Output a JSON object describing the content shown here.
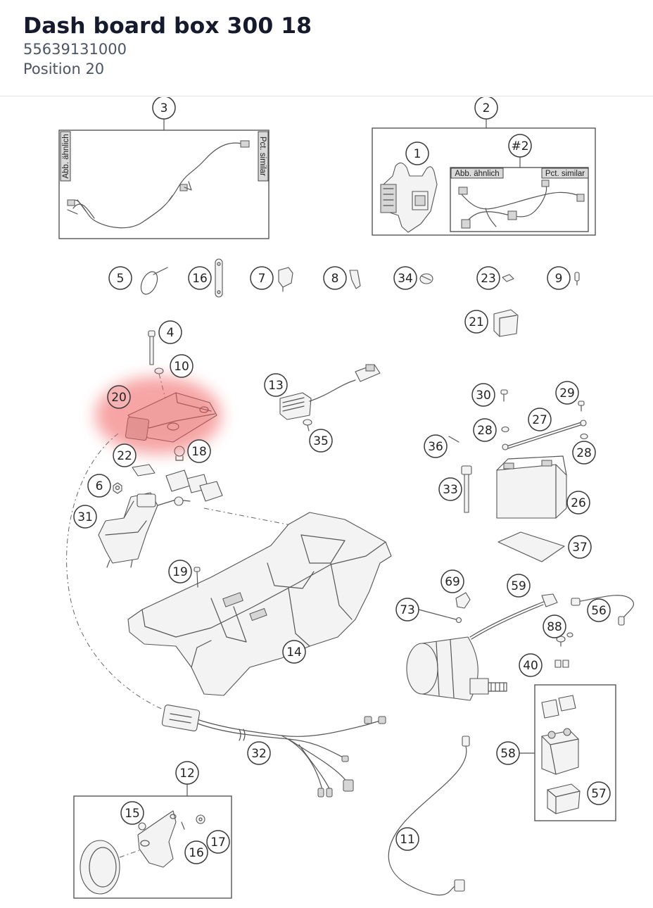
{
  "header": {
    "title": "Dash board box 300 18",
    "part_number": "55639131000",
    "position": "Position 20"
  },
  "diagram": {
    "labels": {
      "similar_de": "Abb. ähnlich",
      "similar_en": "Pct. similar"
    },
    "callouts": [
      "3",
      "2",
      "1",
      "#2",
      "5",
      "16",
      "7",
      "8",
      "34",
      "23",
      "9",
      "21",
      "4",
      "10",
      "13",
      "20",
      "30",
      "29",
      "27",
      "28",
      "28",
      "36",
      "35",
      "22",
      "18",
      "6",
      "33",
      "26",
      "31",
      "37",
      "19",
      "69",
      "59",
      "73",
      "56",
      "88",
      "14",
      "40",
      "58",
      "32",
      "12",
      "15",
      "57",
      "17",
      "16",
      "11"
    ],
    "highlight_color": "#f05a5a"
  },
  "colors": {
    "title_text": "#151a2d",
    "subtitle_text": "#4b5563",
    "line_art": "#555555",
    "divider": "#e3e3e6"
  }
}
